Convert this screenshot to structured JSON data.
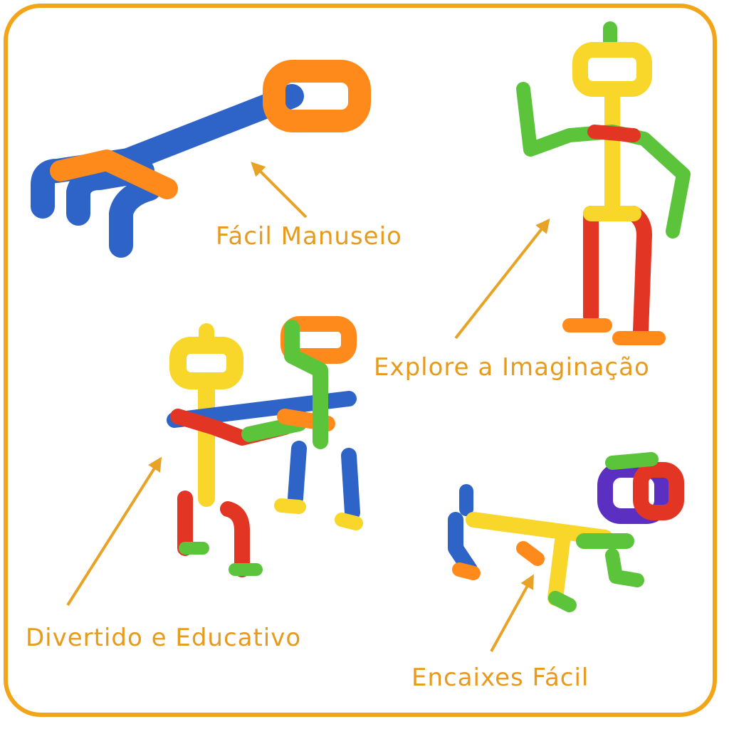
{
  "captions": {
    "facil_manuseio": "Fácil Manuseio",
    "explore_imaginacao": "Explore a Imaginação",
    "divertido_educativo": "Divertido e Educativo",
    "encaixes_facil": "Encaixes Fácil"
  },
  "colors": {
    "frame": "#f3a51a",
    "caption_text": "#e89a1c",
    "arrow": "#e8a326",
    "blue": "#2e63c7",
    "orange": "#ff8a1c",
    "yellow": "#f8d62a",
    "green": "#5cc43a",
    "red": "#e23524",
    "purple": "#5a2fc2"
  },
  "figures": [
    {
      "name": "grabber-claw-toy",
      "description_colors": [
        "blue",
        "orange"
      ]
    },
    {
      "name": "stick-figure-person-toy",
      "description_colors": [
        "yellow",
        "green",
        "red",
        "orange"
      ]
    },
    {
      "name": "two-figures-toy",
      "description_colors": [
        "yellow",
        "red",
        "green",
        "blue",
        "orange"
      ]
    },
    {
      "name": "animal-shape-toy",
      "description_colors": [
        "blue",
        "yellow",
        "green",
        "orange",
        "red",
        "purple"
      ]
    }
  ]
}
